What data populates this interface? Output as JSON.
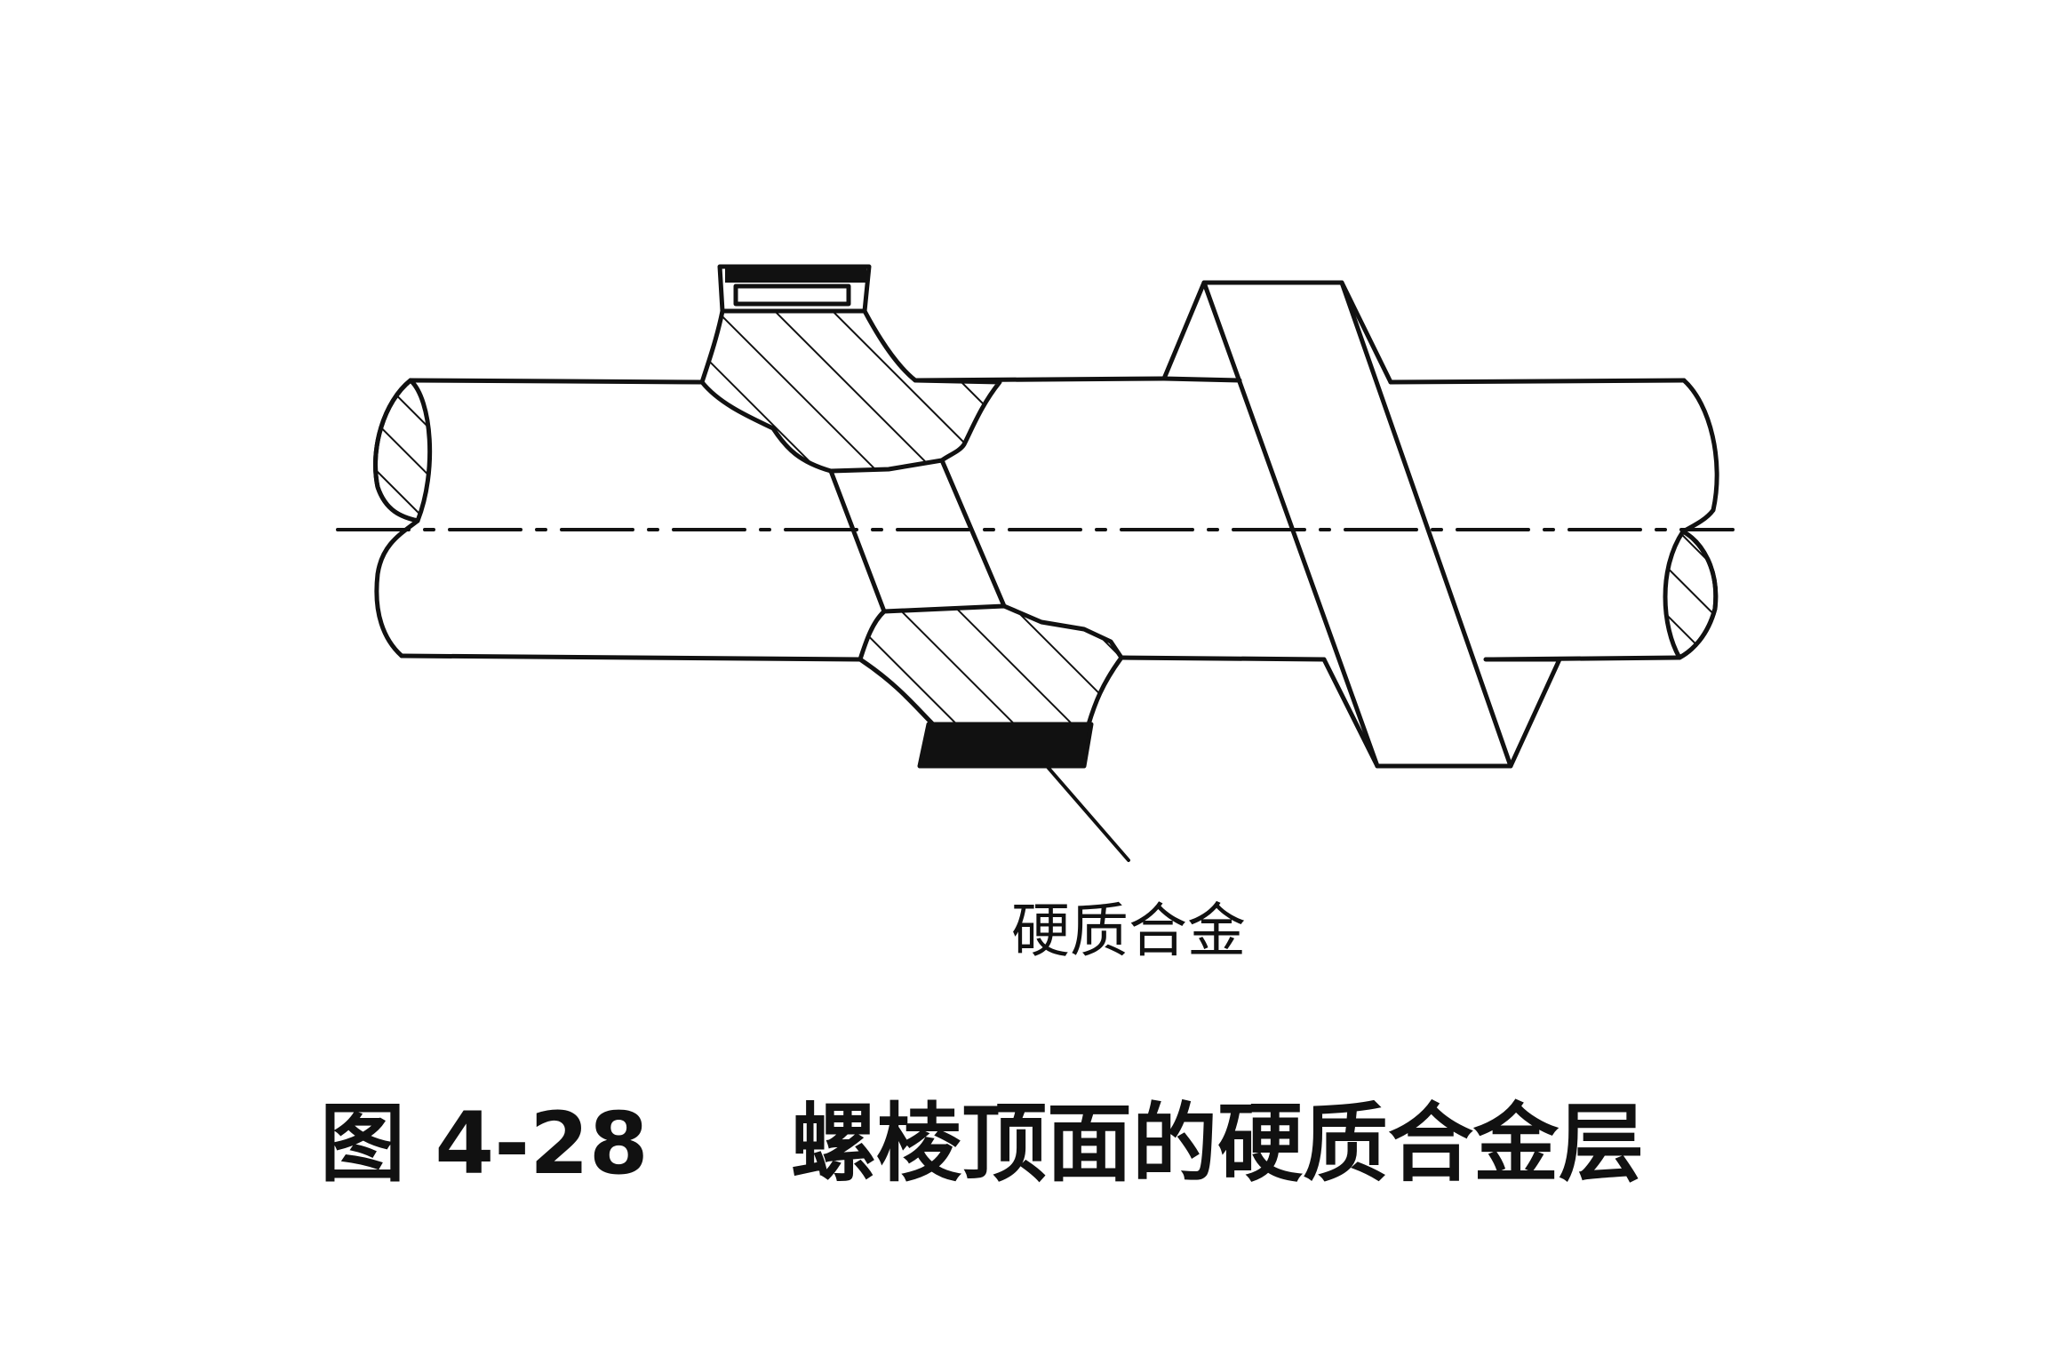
{
  "diagram": {
    "callout_label": "硬质合金",
    "caption_number": "图 4-28",
    "caption_title": "螺棱顶面的硬质合金层"
  },
  "colors": {
    "ink": "#111111",
    "background": "#ffffff"
  }
}
